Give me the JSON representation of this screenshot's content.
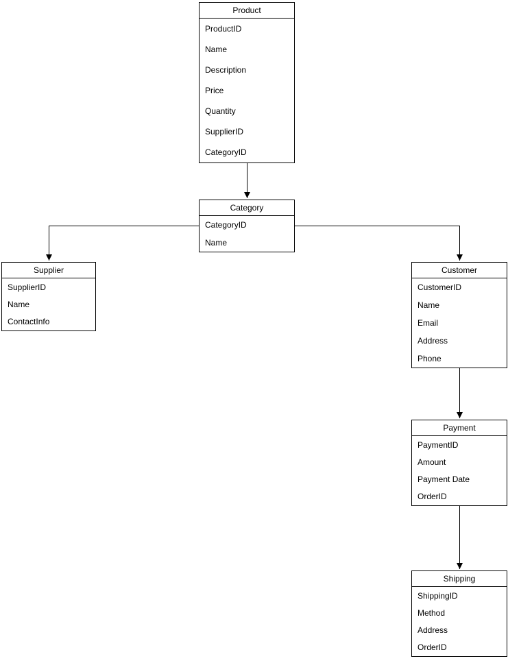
{
  "diagram": {
    "type": "entity-relationship",
    "colors": {
      "stroke": "#000000",
      "fill": "#ffffff",
      "text": "#000000"
    },
    "entities": [
      {
        "id": "product",
        "title": "Product",
        "fields": [
          "ProductID",
          "Name",
          "Description",
          "Price",
          "Quantity",
          "SupplierID",
          "CategoryID"
        ]
      },
      {
        "id": "category",
        "title": "Category",
        "fields": [
          "CategoryID",
          "Name"
        ]
      },
      {
        "id": "supplier",
        "title": "Supplier",
        "fields": [
          "SupplierID",
          "Name",
          "ContactInfo"
        ]
      },
      {
        "id": "customer",
        "title": "Customer",
        "fields": [
          "CustomerID",
          "Name",
          "Email",
          "Address",
          "Phone"
        ]
      },
      {
        "id": "payment",
        "title": "Payment",
        "fields": [
          "PaymentID",
          "Amount",
          "Payment Date",
          "OrderID"
        ]
      },
      {
        "id": "shipping",
        "title": "Shipping",
        "fields": [
          "ShippingID",
          "Method",
          "Address",
          "OrderID"
        ]
      }
    ],
    "relationships": [
      {
        "from": "Product",
        "to": "Category",
        "arrow": "filled-triangle"
      },
      {
        "from": "Category",
        "to": "Supplier",
        "arrow": "filled-triangle"
      },
      {
        "from": "Category",
        "to": "Customer",
        "arrow": "filled-triangle"
      },
      {
        "from": "Customer",
        "to": "Payment",
        "arrow": "filled-triangle"
      },
      {
        "from": "Payment",
        "to": "Shipping",
        "arrow": "filled-triangle"
      }
    ]
  }
}
